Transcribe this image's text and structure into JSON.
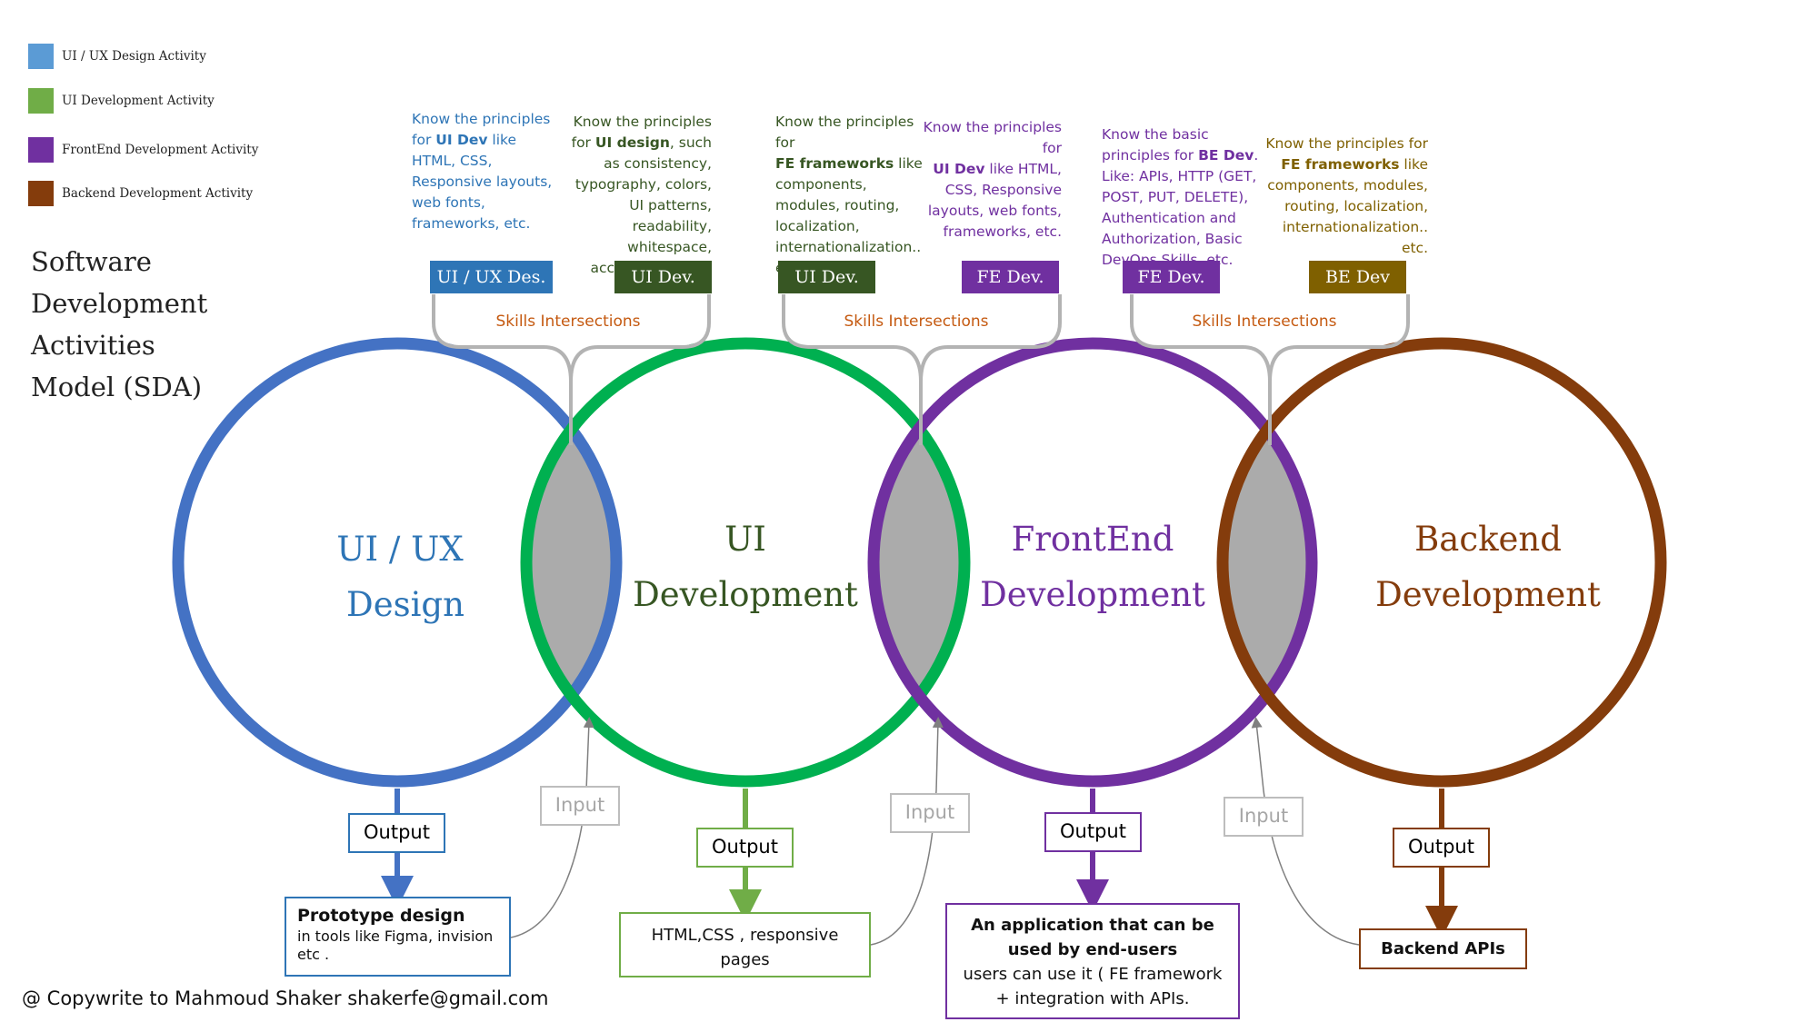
{
  "colors": {
    "uiux": "#4472c4",
    "uidev": "#00b050",
    "fe": "#7030a0",
    "be": "#843c0c",
    "intersection": "#ababab",
    "connector": "#b3b3b3"
  },
  "legend": [
    {
      "label": "UI / UX  Design Activity",
      "color": "#5b9bd5"
    },
    {
      "label": "UI Development Activity",
      "color": "#70ad47"
    },
    {
      "label": "FrontEnd Development Activity",
      "color": "#7030a0"
    },
    {
      "label": "Backend Development Activity",
      "color": "#843c0c"
    }
  ],
  "title": [
    "Software",
    "Development",
    "Activities",
    "Model (SDA)"
  ],
  "notes": [
    {
      "pre": "Know the principles\nfor ",
      "bold": "UI Dev",
      "post": " like\nHTML, CSS,\nResponsive layouts,\nweb fonts,\nframeworks,  etc.",
      "color": "#2e75b6"
    },
    {
      "pre": "Know the principles\nfor ",
      "bold": "UI design",
      "post": ", such\nas consistency,\ntypography, colors,\nUI patterns,\nreadability,\nwhitespace,\naccessibility, etc.",
      "color": "#375623"
    },
    {
      "pre": "Know the principles\nfor\n",
      "bold": "FE frameworks",
      "post": " like\ncomponents,\nmodules, routing,\nlocalization,\ninternationalization..\netc.",
      "color": "#375623"
    },
    {
      "pre": "Know the principles\nfor\n",
      "bold": "UI Dev",
      "post": " like HTML,\nCSS, Responsive\nlayouts, web fonts,\nframeworks,  etc.",
      "color": "#7030a0"
    },
    {
      "pre": "Know the basic\nprinciples for ",
      "bold": "BE Dev",
      "post": ".\nLike:  APIs, HTTP (GET,\nPOST, PUT, DELETE),\nAuthentication and\nAuthorization, Basic\nDevOps Skills, etc.",
      "color": "#7030a0"
    },
    {
      "pre": "Know the principles for\n",
      "bold": "FE frameworks",
      "post": " like\ncomponents, modules,\nrouting, localization,\ninternationalization..\netc.",
      "color": "#7f6000"
    }
  ],
  "tags": [
    {
      "label": "UI / UX  Des.",
      "color": "#2e75b6"
    },
    {
      "label": "UI Dev.",
      "color": "#375623"
    },
    {
      "label": "UI Dev.",
      "color": "#375623"
    },
    {
      "label": "FE Dev.",
      "color": "#7030a0"
    },
    {
      "label": "FE Dev.",
      "color": "#7030a0"
    },
    {
      "label": "BE Dev",
      "color": "#7f6000"
    }
  ],
  "skills_label": "Skills Intersections",
  "circles": [
    {
      "lines": [
        "UI / UX",
        "Design"
      ],
      "color": "#2e75b6"
    },
    {
      "lines": [
        "UI",
        "Development"
      ],
      "color": "#375623"
    },
    {
      "lines": [
        "FrontEnd",
        "Development"
      ],
      "color": "#7030a0"
    },
    {
      "lines": [
        "Backend",
        "Development"
      ],
      "color": "#843c0c"
    }
  ],
  "output_label": "Output",
  "input_label": "Input",
  "results": [
    {
      "bold": "Prototype design",
      "text": "in tools like Figma, invision etc ."
    },
    {
      "bold": "",
      "text": "HTML,CSS , responsive pages"
    },
    {
      "bold": "An application that can be used by end-users",
      "text": "users can use it ( FE framework + integration with APIs."
    },
    {
      "bold": "Backend APIs",
      "text": ""
    }
  ],
  "credit": "@ Copywrite to Mahmoud Shaker shakerfe@gmail.com"
}
